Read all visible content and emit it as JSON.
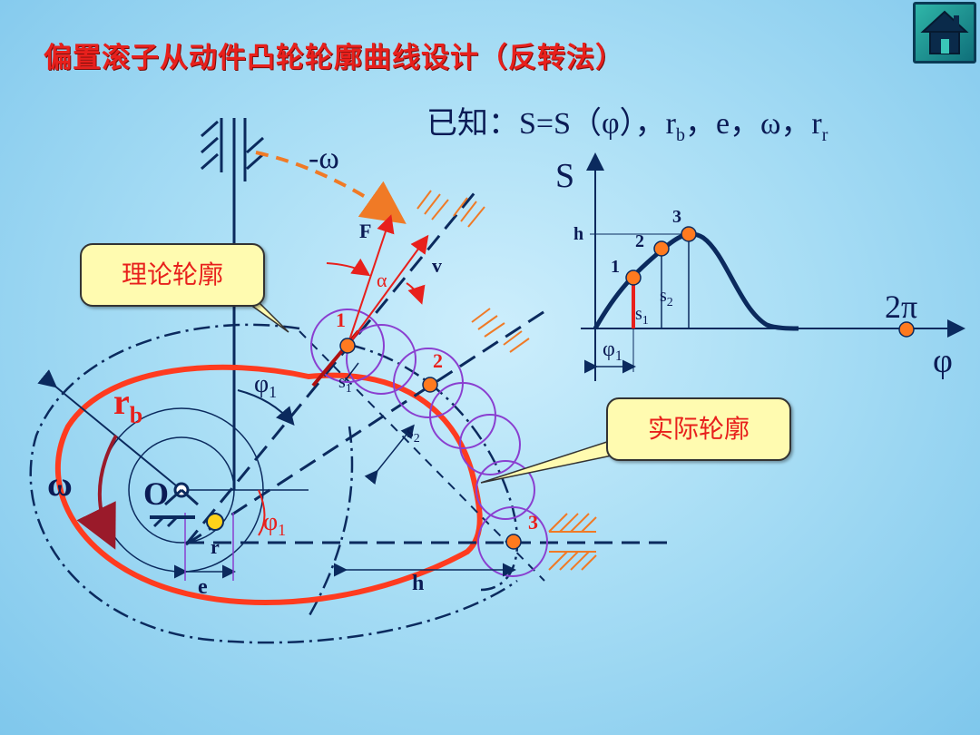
{
  "title": "偏置滚子从动件凸轮轮廓曲线设计",
  "title_suffix": "（反转法）",
  "given": {
    "prefix": "已知：S=S（φ），r",
    "sub_b": "b",
    "mid": "，e，ω，r",
    "sub_r": "r"
  },
  "callouts": {
    "theory": "理论轮廓",
    "actual": "实际轮廓"
  },
  "diagram_labels": {
    "neg_omega": "-ω",
    "F": "F",
    "v": "v",
    "alpha": "α",
    "point1": "1",
    "point2": "2",
    "point3": "3",
    "phi1": "φ",
    "phi1_sub": "1",
    "s1": "s",
    "s1_sub": "1",
    "s2": "s",
    "s2_sub": "2",
    "rb": "r",
    "rb_sub": "b",
    "omega": "ω",
    "O": "O",
    "r": "r",
    "e": "e",
    "h": "h"
  },
  "graph_labels": {
    "S": "S",
    "h": "h",
    "p1": "1",
    "p2": "2",
    "p3": "3",
    "s1": "s",
    "s1_sub": "1",
    "s2": "s",
    "s2_sub": "2",
    "phi1": "φ",
    "phi1_sub": "1",
    "two_pi": "2π",
    "phi": "φ"
  },
  "colors": {
    "title": "#e8201c",
    "navy": "#0b2a5e",
    "profile": "#ff3b1f",
    "roller": "#8a3fd0",
    "point": "#ff7a1f",
    "callout_bg": "#fffbb0"
  },
  "icons": {
    "home": "home-icon"
  }
}
